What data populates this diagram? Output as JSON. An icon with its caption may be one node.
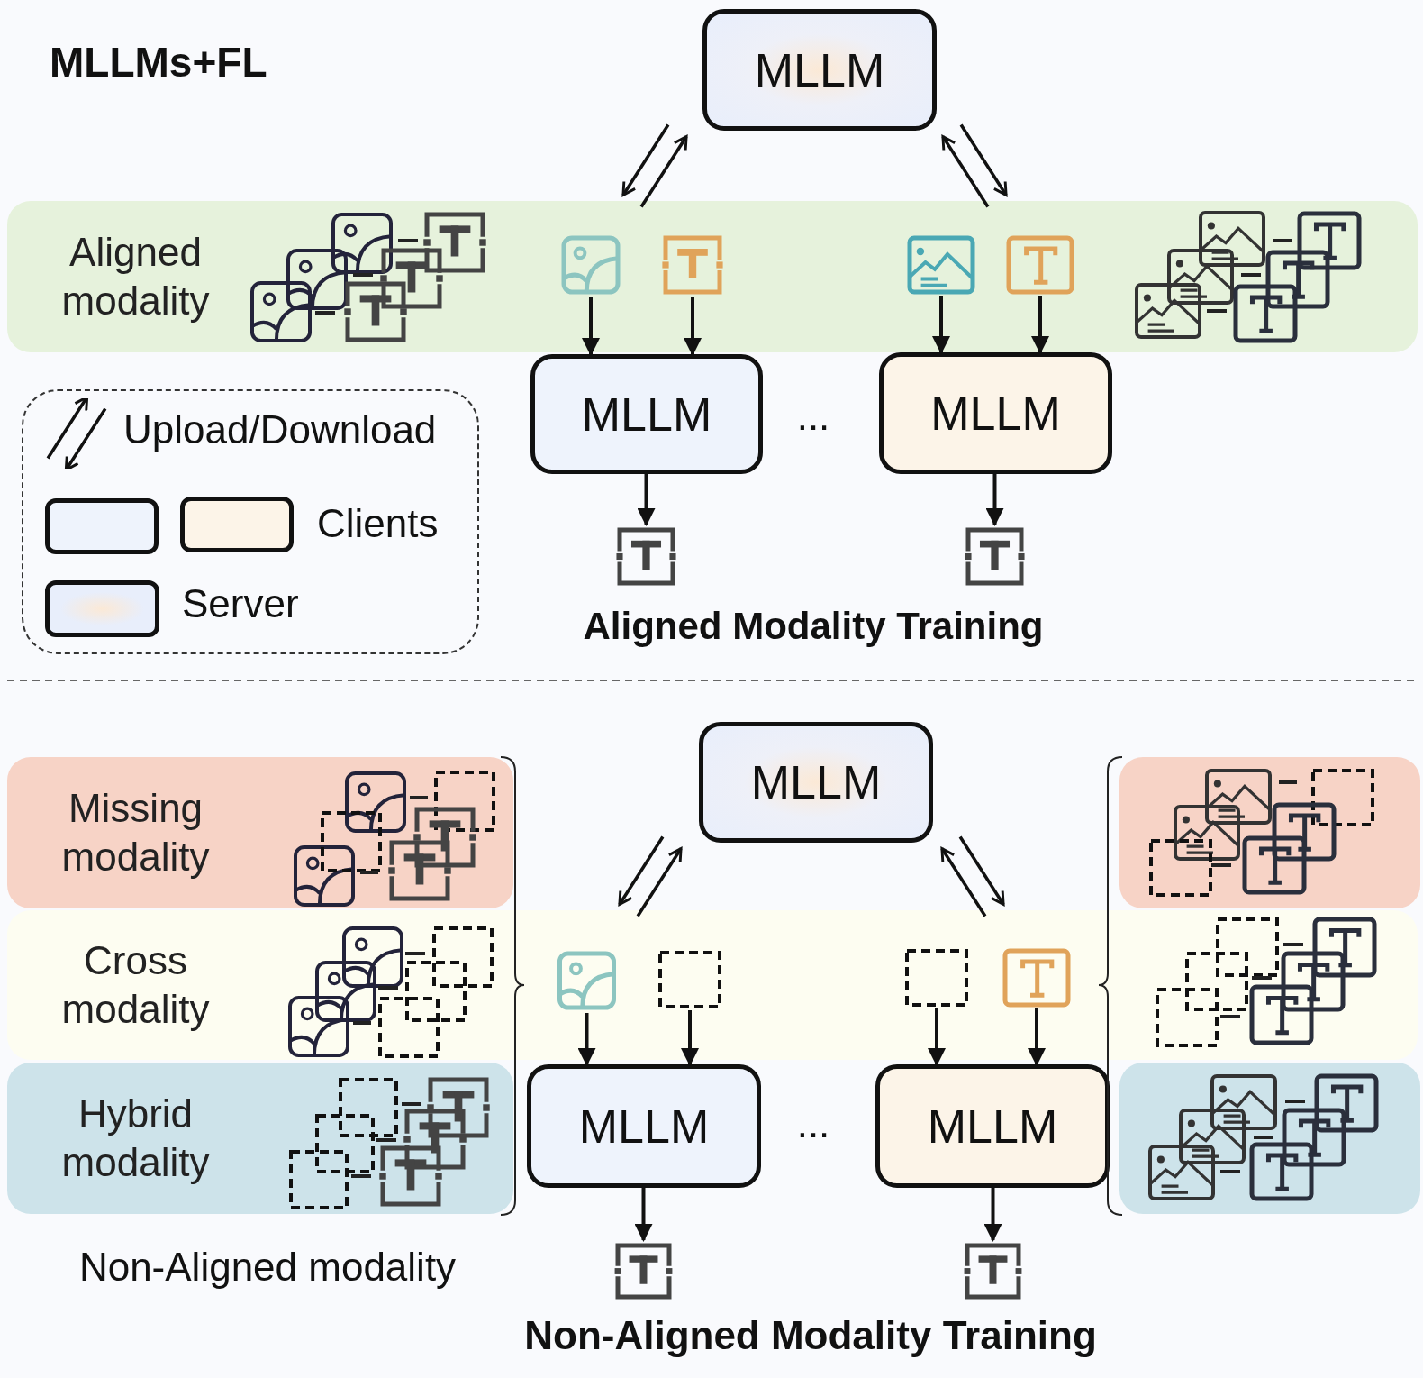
{
  "diagram": {
    "title": "MLLMs+FL",
    "nodes": [
      {
        "text": [
          "MLLM"
        ]
      },
      {
        "text": [
          "Aligned modality"
        ]
      },
      {
        "text": [],
        "shape": "picture",
        "in": 1
      },
      {
        "text": [],
        "shape": "picture",
        "in": 1
      },
      {
        "text": [],
        "shape": "picture",
        "in": 1
      },
      {
        "text": [],
        "shape": "picture",
        "in": 1
      },
      {
        "text": [
          "MLLM"
        ]
      },
      {
        "text": [
          "MLLM"
        ]
      },
      {
        "text": [],
        "shape": "picture"
      },
      {
        "text": [],
        "shape": "picture"
      },
      {
        "text": [
          "MLLM"
        ]
      },
      {
        "text": [
          "Missing modality"
        ]
      },
      {
        "text": [
          "Cross modality"
        ]
      },
      {
        "text": [],
        "shape": "picture",
        "in": 12
      },
      {
        "text": [],
        "shape": "box",
        "in": 12
      },
      {
        "text": [],
        "shape": "box",
        "in": 12
      },
      {
        "text": [],
        "shape": "picture",
        "in": 12
      },
      {
        "text": [
          "Hybrid modality"
        ]
      },
      {
        "text": [
          "MLLM"
        ]
      },
      {
        "text": [
          "MLLM"
        ]
      },
      {
        "text": [],
        "shape": "picture"
      },
      {
        "text": [],
        "shape": "picture"
      }
    ],
    "edges": [
      {
        "from": 0,
        "to": 1,
        "arrow": "to"
      },
      {
        "from": 1,
        "to": 0,
        "arrow": "to"
      },
      {
        "from": 0,
        "to": 1,
        "arrow": "to"
      },
      {
        "from": 1,
        "to": 0,
        "arrow": "to"
      },
      {
        "from": 2,
        "to": 6,
        "arrow": "to"
      },
      {
        "from": 3,
        "to": 6,
        "arrow": "to"
      },
      {
        "from": 4,
        "to": 7,
        "arrow": "to"
      },
      {
        "from": 5,
        "to": 7,
        "arrow": "to"
      },
      {
        "from": 6,
        "to": 8,
        "arrow": "to"
      },
      {
        "from": 7,
        "to": 9,
        "arrow": "to"
      },
      {
        "from": 10,
        "to": 12,
        "arrow": "to"
      },
      {
        "from": 12,
        "to": 10,
        "arrow": "to"
      },
      {
        "from": 10,
        "to": 12,
        "arrow": "to"
      },
      {
        "from": 12,
        "to": 10,
        "arrow": "to"
      },
      {
        "from": 13,
        "to": 18,
        "arrow": "to"
      },
      {
        "from": 14,
        "to": 18,
        "arrow": "to"
      },
      {
        "from": 15,
        "to": 19,
        "arrow": "to"
      },
      {
        "from": 16,
        "to": 19,
        "arrow": "to"
      },
      {
        "from": 18,
        "to": 20,
        "arrow": "to"
      },
      {
        "from": 19,
        "to": 21,
        "arrow": "to"
      }
    ],
    "labels": [
      "...",
      "Aligned Modality Training",
      "...",
      "Non-Aligned modality",
      "Non-Aligned Modality Training"
    ],
    "legend": [
      {
        "text": "Upload/Download"
      },
      {
        "text": "Clients",
        "color": "#eef3fc"
      },
      {
        "text": "Server",
        "color": "#e8eefb"
      }
    ]
  }
}
